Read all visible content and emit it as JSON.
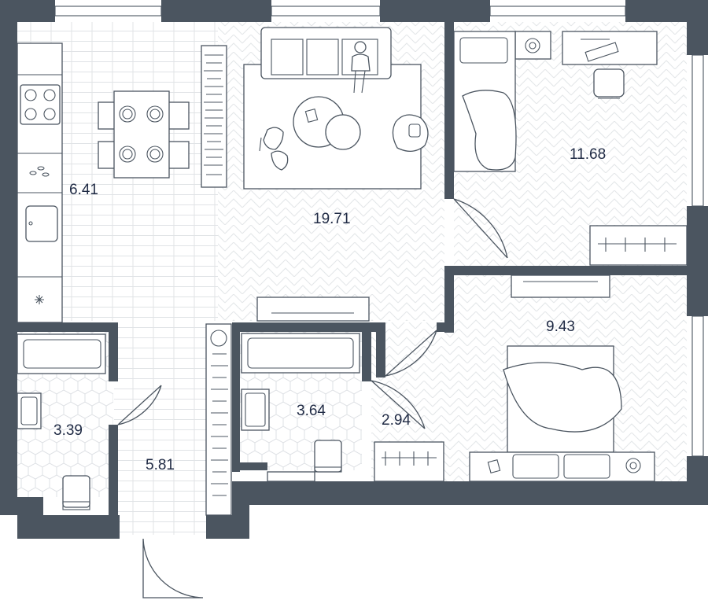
{
  "plan": {
    "rooms": [
      {
        "id": "kitchen",
        "area": "6.41"
      },
      {
        "id": "living",
        "area": "19.71"
      },
      {
        "id": "bedroom-1",
        "area": "11.68"
      },
      {
        "id": "bedroom-2",
        "area": "9.43"
      },
      {
        "id": "bathroom-1",
        "area": "3.39"
      },
      {
        "id": "hallway",
        "area": "5.81"
      },
      {
        "id": "bathroom-2",
        "area": "3.64"
      },
      {
        "id": "wardrobe",
        "area": "2.94"
      }
    ]
  },
  "colors": {
    "wall": "#4b5560",
    "text": "#1f2a44",
    "floor_pattern": "#d9dde1",
    "background": "#ffffff"
  }
}
